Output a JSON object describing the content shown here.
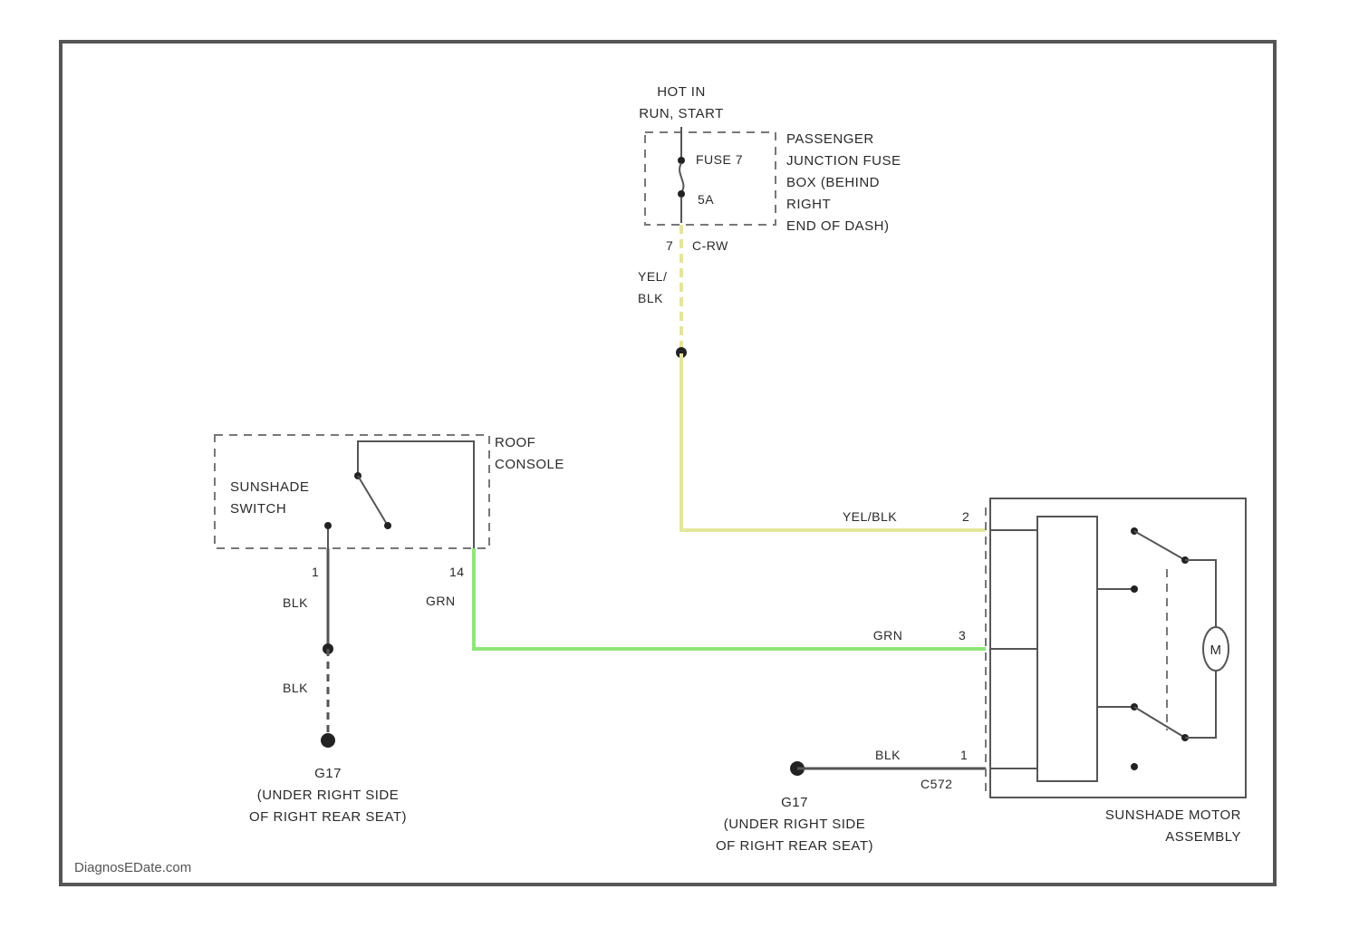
{
  "colors": {
    "wire_yel_blk": "#e4e69a",
    "wire_grn": "#8ee67a",
    "wire_blk": "#555555",
    "frame": "#555555"
  },
  "power": {
    "line1": "HOT IN",
    "line2": "RUN, START"
  },
  "fuse": {
    "name": "FUSE 7",
    "rating": "5A"
  },
  "junction_box": {
    "line1": "PASSENGER",
    "line2": "JUNCTION FUSE",
    "line3": "BOX (BEHIND",
    "line4": "RIGHT",
    "line5": "END OF DASH)"
  },
  "fuse_pin": {
    "pin": "7",
    "connector": "C-RW"
  },
  "wire_top_vertical": {
    "line1": "YEL/",
    "line2": "BLK"
  },
  "roof_console": {
    "line1": "ROOF",
    "line2": "CONSOLE"
  },
  "sunshade_switch": {
    "line1": "SUNSHADE",
    "line2": "SWITCH"
  },
  "switch_pins": {
    "left_pin": "1",
    "right_pin": "14"
  },
  "wire_labels": {
    "blk_upper": "BLK",
    "blk_lower": "BLK",
    "grn_vertical": "GRN",
    "yel_blk_horizontal": "YEL/BLK",
    "grn_horizontal": "GRN",
    "blk_motor": "BLK"
  },
  "ground_left": {
    "id": "G17",
    "line1": "(UNDER RIGHT SIDE",
    "line2": "OF RIGHT REAR SEAT)"
  },
  "ground_right": {
    "id": "G17",
    "line1": "(UNDER RIGHT SIDE",
    "line2": "OF RIGHT REAR SEAT)"
  },
  "motor_pins": {
    "pin_top": "2",
    "pin_mid": "3",
    "pin_bottom": "1",
    "connector": "C572"
  },
  "motor_symbol": "M",
  "motor_assembly": {
    "line1": "SUNSHADE MOTOR",
    "line2": "ASSEMBLY"
  },
  "watermark": "DiagnosEDate.com"
}
